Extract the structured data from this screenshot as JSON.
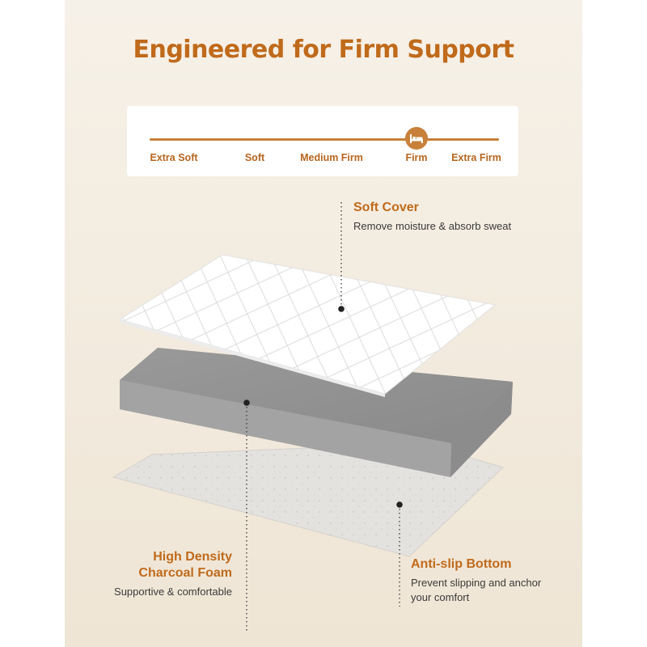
{
  "title": "Engineered for Firm Support",
  "firmness_scale": {
    "labels": [
      "Extra Soft",
      "Soft",
      "Medium Firm",
      "Firm",
      "Extra Firm"
    ],
    "selected": "Firm",
    "marker_icon": "bed-icon"
  },
  "layers": {
    "cover": {
      "title": "Soft Cover",
      "description": "Remove moisture & absorb sweat"
    },
    "foam": {
      "title_line1": "High Density",
      "title_line2": "Charcoal Foam",
      "description": "Supportive & comfortable"
    },
    "bottom": {
      "title": "Anti-slip Bottom",
      "description_line1": "Prevent slipping and anchor",
      "description_line2": "your comfort"
    }
  },
  "colors": {
    "accent": "#c06a1b",
    "scale": "#c8803a",
    "foam": "#8f8f8f",
    "cover": "#ffffff",
    "bottom": "#e4e2df",
    "background": "#f3ece0"
  }
}
